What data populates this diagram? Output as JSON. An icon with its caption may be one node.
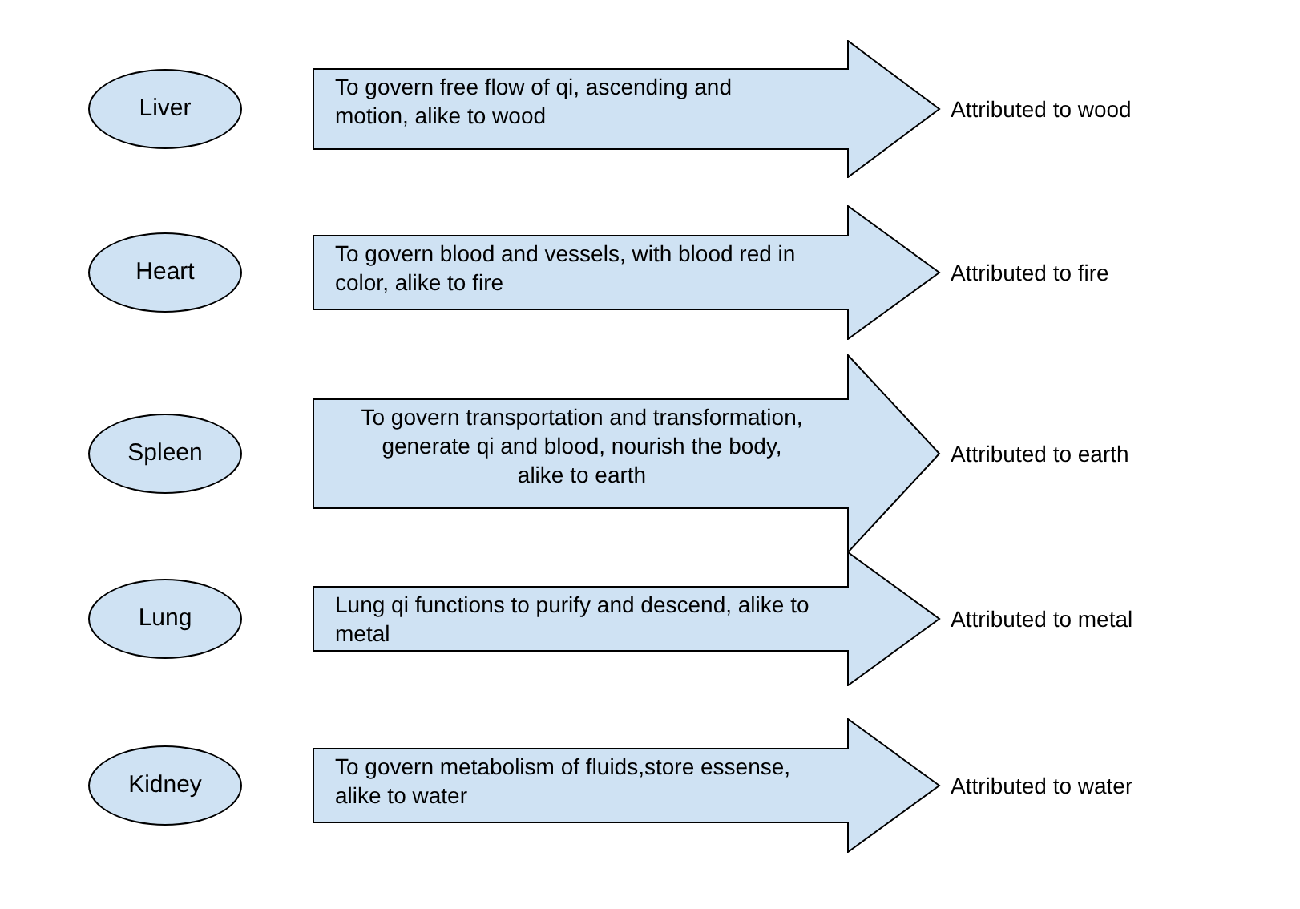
{
  "diagram": {
    "nodes": [
      {
        "text": [
          "Liver"
        ]
      },
      {
        "text": [
          "To govern free flow of qi, ascending and motion, alike to wood"
        ],
        "beside": [
          "Attributed to wood"
        ]
      },
      {
        "text": [
          "Heart"
        ]
      },
      {
        "text": [
          "To govern blood and vessels, with blood red in color, alike to fire"
        ],
        "beside": [
          "Attributed to fire"
        ]
      },
      {
        "text": [
          "Spleen"
        ]
      },
      {
        "text": [
          "To govern transportation and transformation, generate qi and blood, nourish the body, alike to earth"
        ],
        "beside": [
          "Attributed to earth"
        ]
      },
      {
        "text": [
          "Lung"
        ]
      },
      {
        "text": [
          "Lung qi functions to purify and descend, alike to metal"
        ],
        "beside": [
          "Attributed to metal"
        ]
      },
      {
        "text": [
          "Kidney"
        ]
      },
      {
        "text": [
          "To govern metabolism of fluids,store essense, alike to water"
        ],
        "beside": [
          "Attributed to water"
        ]
      }
    ]
  }
}
